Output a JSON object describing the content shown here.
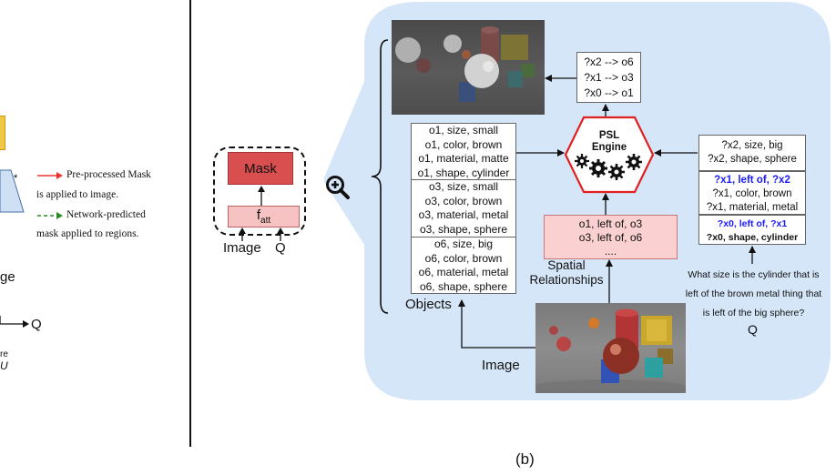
{
  "left_panel": {
    "legend_red": "Pre-processed Mask",
    "legend_red_2": "is applied to image.",
    "legend_green": "Network-predicted",
    "legend_green_2": "mask applied to regions.",
    "frag_ge": "ge",
    "frag_q": "Q",
    "frag_re": "re",
    "frag_u": "U"
  },
  "attention_module": {
    "mask_label": "Mask",
    "fatt_base": "f",
    "fatt_sub": "att",
    "image_label": "Image",
    "q_label": "Q"
  },
  "objects": {
    "groups": [
      [
        "o1, size, small",
        "o1, color, brown",
        "o1, material, matte",
        "o1, shape, cylinder"
      ],
      [
        "o3, size, small",
        "o3, color, brown",
        "o3, material, metal",
        "o3, shape, sphere"
      ],
      [
        "o6, size, big",
        "o6, color, brown",
        "o6, material, metal",
        "o6, shape, sphere"
      ]
    ],
    "label": "Objects"
  },
  "results": [
    "?x2 --> o6",
    "?x1 --> o3",
    "?x0 --> o1"
  ],
  "psl": {
    "line1": "PSL",
    "line2": "Engine"
  },
  "spatial": {
    "lines": [
      "o1, left of, o3",
      "o3, left of, o6",
      "...."
    ],
    "label_1": "Spatial",
    "label_2": "Relationships"
  },
  "query_program": {
    "box1": [
      "?x2, size, big",
      "?x2, shape, sphere"
    ],
    "box2_bold": "?x1, left of, ?x2",
    "box2": [
      "?x1, color, brown",
      "?x1, material, metal"
    ],
    "box3_bold": "?x0, left of, ?x1",
    "box3_last": "?x0, shape, cylinder"
  },
  "question": {
    "lines": [
      "What size is the cylinder that is",
      "left of the brown metal thing that",
      "is left of the big sphere?"
    ],
    "q_label": "Q"
  },
  "image_label": "Image",
  "caption": "(b)",
  "colors": {
    "panel_bg": "#d5e6f8",
    "mask_fill": "#d94f4f",
    "fatt_fill": "#f7c2c2",
    "spatial_fill": "#fad0d0",
    "hexagon_stroke": "#e02020",
    "bold_blue": "#1a1aff"
  },
  "icons": [
    "zoom-in-icon",
    "gear-icon"
  ]
}
